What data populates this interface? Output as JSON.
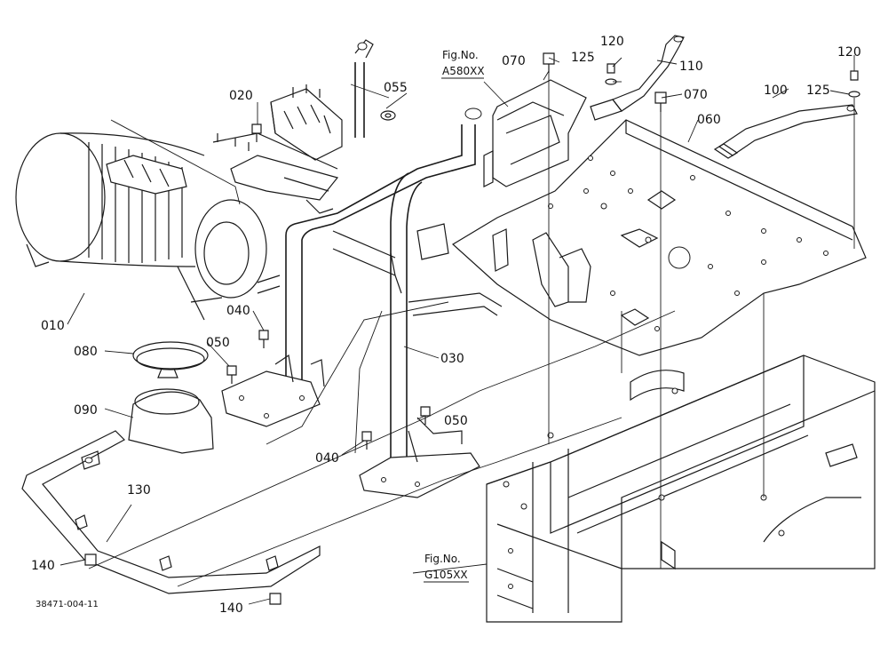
{
  "part_labels": {
    "p010": "010",
    "p020": "020",
    "p030": "030",
    "p040a": "040",
    "p040b": "040",
    "p050a": "050",
    "p050b": "050",
    "p055": "055",
    "p060": "060",
    "p070a": "070",
    "p070b": "070",
    "p080": "080",
    "p090": "090",
    "p100": "100",
    "p110": "110",
    "p120a": "120",
    "p120b": "120",
    "p125a": "125",
    "p125b": "125",
    "p130": "130",
    "p140a": "140",
    "p140b": "140"
  },
  "fig_refs": {
    "a580": {
      "line1": "Fig.No.",
      "line2": "A580XX"
    },
    "g105": {
      "line1": "Fig.No.",
      "line2": "G105XX"
    }
  },
  "drawing_number": "38471-004-11",
  "colors": {
    "ink": "#1a1a1a",
    "paper": "#ffffff"
  }
}
